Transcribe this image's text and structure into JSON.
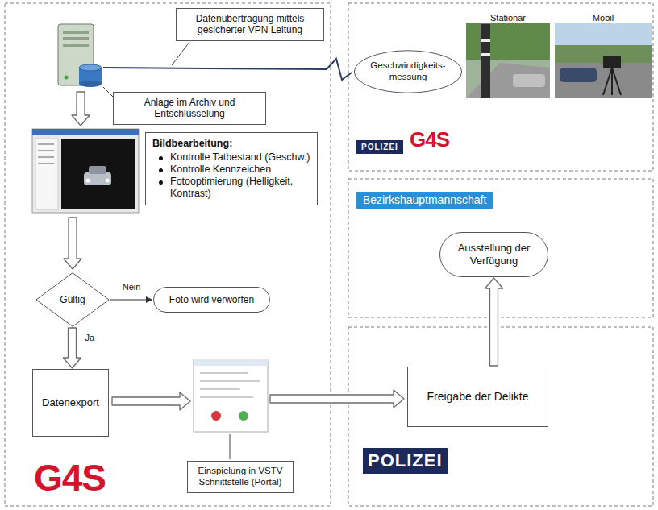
{
  "diagram": {
    "nodes": [
      {
        "text": [
          "Datenübertragung mittels gesicherter VPN Leitung"
        ]
      },
      {
        "text": [
          "Geschwindigkeits- messung"
        ]
      },
      {
        "text": [
          "Anlage im Archiv und Entschlüsselung"
        ]
      },
      {
        "text": [
          "Bildbearbeitung:",
          "Kontrolle Tatbestand (Geschw.)",
          "Kontrolle Kennzeichen",
          "Fotooptimierung (Helligkeit, Kontrast)"
        ]
      },
      {
        "text": [
          "Bezirkshauptmannschaft"
        ]
      },
      {
        "text": [
          "Ausstellung der Verfügung"
        ]
      },
      {
        "text": [
          "Gültig"
        ]
      },
      {
        "text": [
          "Foto wird verworfen"
        ]
      },
      {
        "text": [
          "Datenexport"
        ]
      },
      {
        "text": [
          "Einspielung in VSTV Schnittstelle (Portal)"
        ]
      },
      {
        "text": [
          "Freigabe der Delikte"
        ]
      }
    ],
    "edges": [
      {
        "from": 6,
        "to": 7,
        "arrow": "to",
        "label": "Nein"
      },
      {
        "from": 6,
        "to": 8,
        "arrow": "to",
        "label": "Ja"
      },
      {
        "from": 10,
        "to": 5,
        "arrow": "to"
      }
    ],
    "labels": [
      "Stationär",
      "Mobil",
      "POLIZEI",
      "G4S",
      "POLIZEI",
      "G4S"
    ]
  }
}
